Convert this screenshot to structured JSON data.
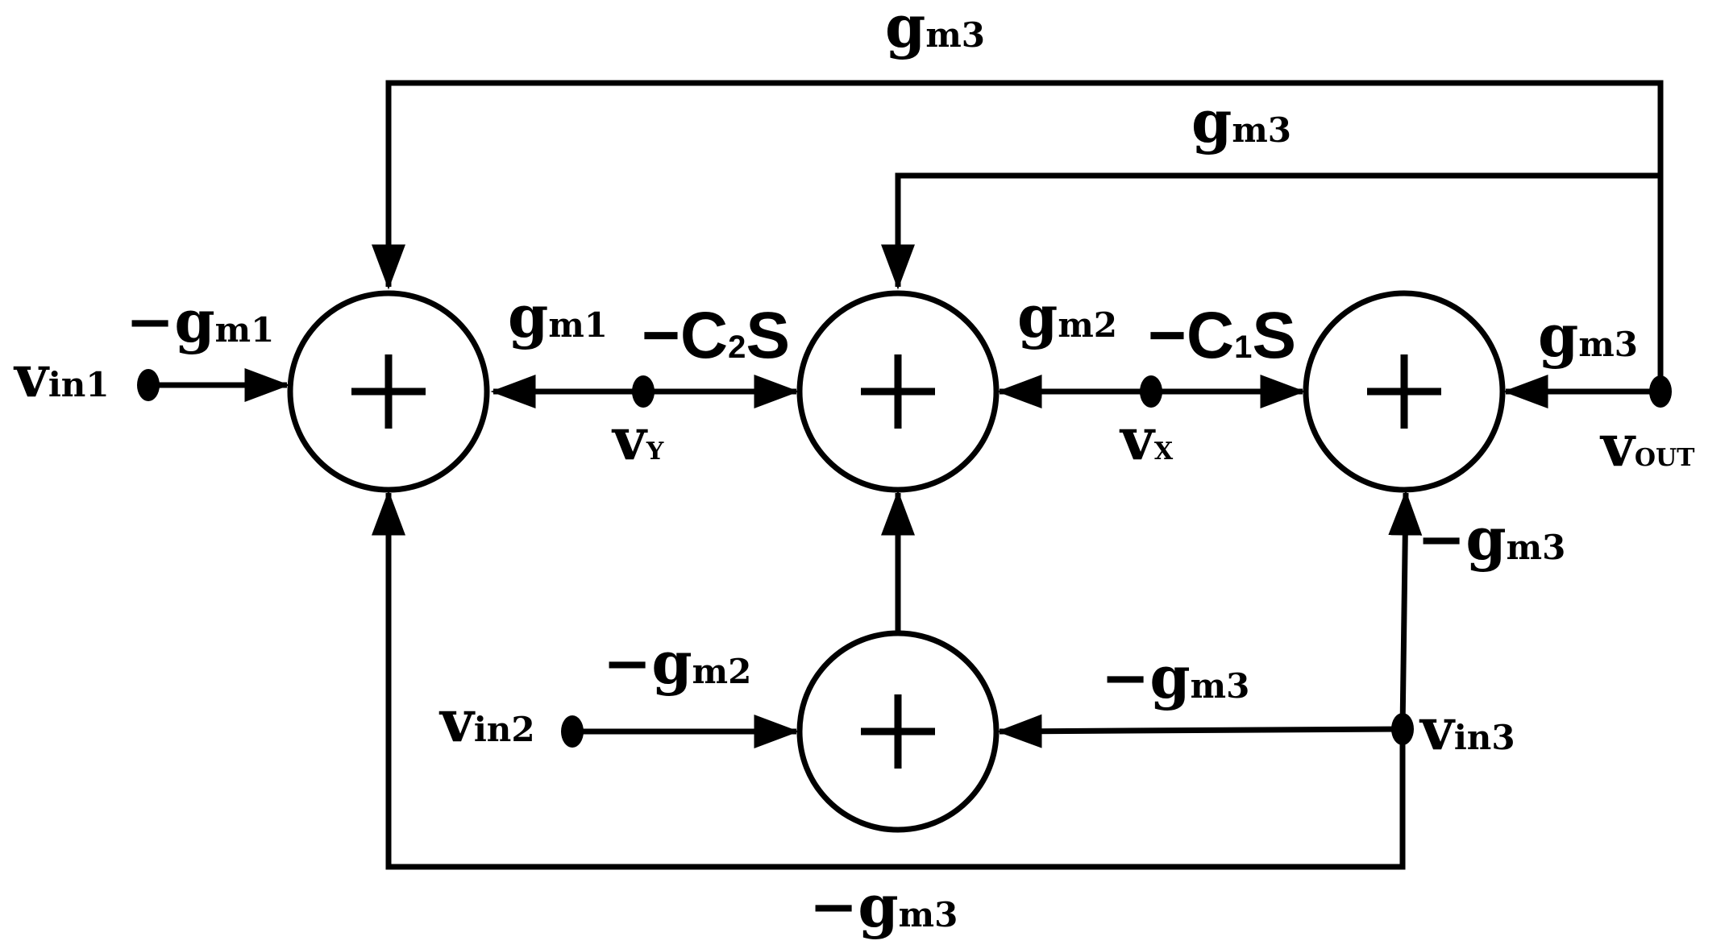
{
  "labels": {
    "top_outer": {
      "main": "g",
      "sub": "m3"
    },
    "top_inner": {
      "main": "g",
      "sub": "m3"
    },
    "vin1_gain": {
      "main": "−g",
      "sub": "m1"
    },
    "vin1": {
      "main": "v",
      "sub": "in1"
    },
    "gm1": {
      "main": "g",
      "sub": "m1"
    },
    "c2s": {
      "pre": "−C",
      "sub": "2",
      "post": "S"
    },
    "vy": {
      "main": "v",
      "sub": "Y"
    },
    "gm2": {
      "main": "g",
      "sub": "m2"
    },
    "c1s": {
      "pre": "−C",
      "sub": "1",
      "post": "S"
    },
    "vx": {
      "main": "v",
      "sub": "X"
    },
    "vout_gain": {
      "main": "g",
      "sub": "m3"
    },
    "vout": {
      "main": "v",
      "sub": "OUT"
    },
    "vin3_gain_up": {
      "main": "−g",
      "sub": "m3"
    },
    "vin2_gain": {
      "main": "−g",
      "sub": "m2"
    },
    "vin2": {
      "main": "v",
      "sub": "in2"
    },
    "vin3_gain_left": {
      "main": "−g",
      "sub": "m3"
    },
    "vin3": {
      "main": "v",
      "sub": "in3"
    },
    "bottom": {
      "main": "−g",
      "sub": "m3"
    }
  },
  "summer_symbol": "+",
  "colors": {
    "stroke": "#000000",
    "background": "#ffffff"
  }
}
